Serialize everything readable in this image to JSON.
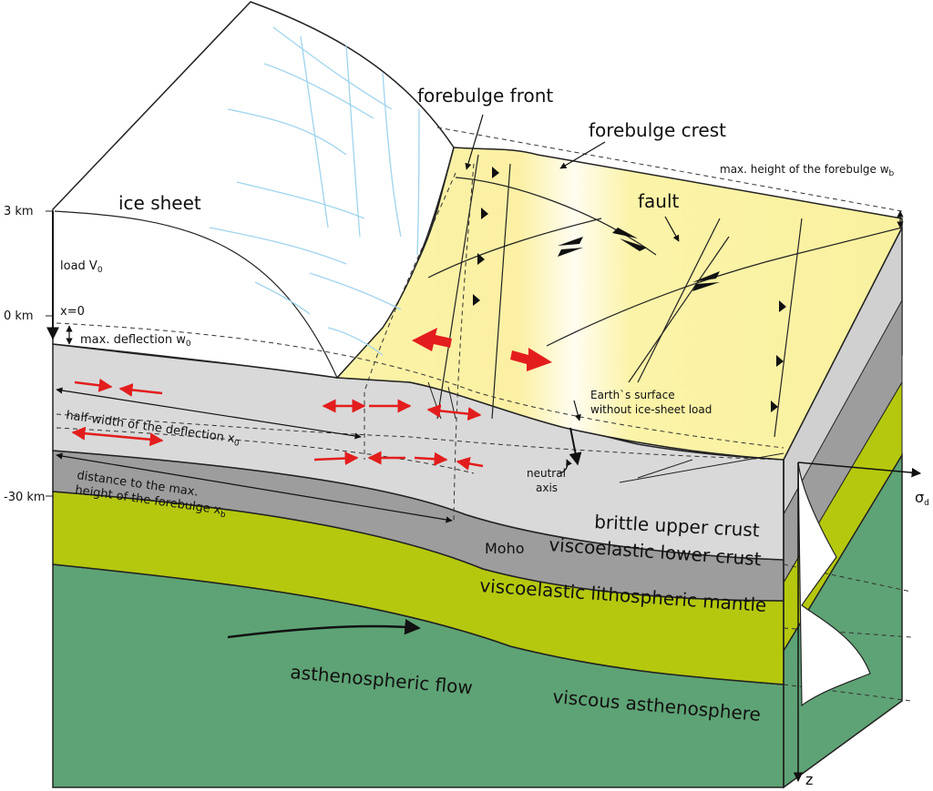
{
  "labels": {
    "ice_sheet": "ice sheet",
    "forebulge_front": "forebulge front",
    "forebulge_crest": "forebulge crest",
    "max_height_forebulge": "max. height of the forebulge w",
    "max_height_forebulge_sub": "b",
    "fault": "fault",
    "km_3": "3 km",
    "km_0": "0 km",
    "km_minus30": "-30 km",
    "load": "load V",
    "load_sub": "0",
    "x_zero": "x=0",
    "max_deflection": "max. deflection w",
    "max_deflection_sub": "0",
    "half_width": "half-width of the deflection x",
    "half_width_sub": "0",
    "distance_line1": "distance to the max.",
    "distance_line2": "height of the forebulge x",
    "distance_sub": "b",
    "earth_surface_line1": "Earth`s surface",
    "earth_surface_line2": "without ice-sheet load",
    "neutral_line1": "neutral",
    "neutral_line2": "axis",
    "brittle_upper_crust": "brittle upper crust",
    "moho": "Moho",
    "viscoelastic_lower_crust": "viscoelastic lower crust",
    "viscoelastic_lithospheric_mantle": "viscoelastic lithospheric mantle",
    "asthenospheric_flow": "asthenospheric flow",
    "viscous_asthenosphere": "viscous asthenosphere",
    "sigma": "σ",
    "sigma_sub": "d",
    "z_axis": "z"
  },
  "colors": {
    "ice": "#ffffff",
    "ice_lines": "#9fd4ee",
    "surface_yellow": "#fbf3a8",
    "upper_crust": "#d9d9d9",
    "lower_crust": "#9d9d9d",
    "lithospheric_mantle": "#b5c80e",
    "asthenosphere": "#5ea375",
    "stress_arrows": "#e31d1d",
    "outline": "#222222"
  }
}
